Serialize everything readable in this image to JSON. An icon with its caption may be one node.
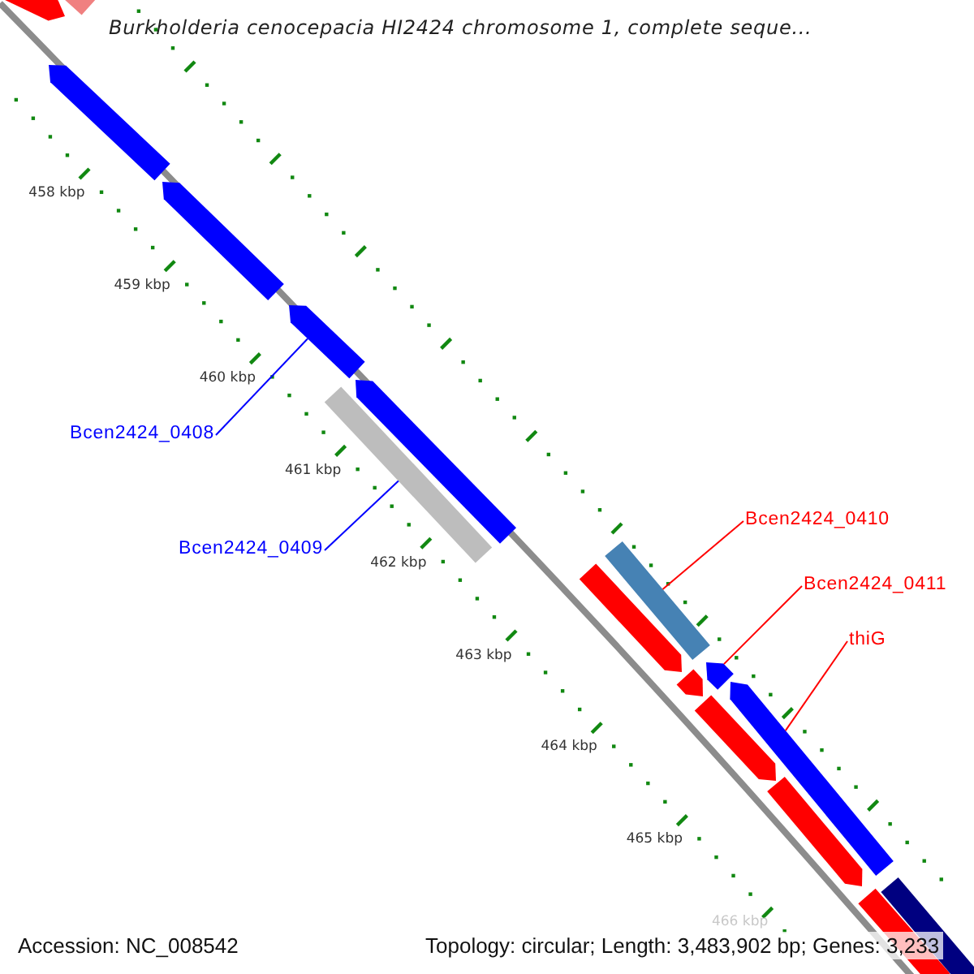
{
  "diagram": {
    "title": "Burkholderia cenocepacia HI2424 chromosome 1, complete seque...",
    "nodes": [
      {
        "text": [
          "Bcen2424_0408"
        ]
      },
      {
        "text": [],
        "shape": "arrow"
      },
      {
        "text": [
          "Bcen2424_0409"
        ]
      },
      {
        "text": [],
        "shape": "bar"
      },
      {
        "text": [
          "Bcen2424_0410"
        ]
      },
      {
        "text": [],
        "shape": "bar"
      },
      {
        "text": [
          "Bcen2424_0411"
        ]
      },
      {
        "text": [],
        "shape": "arrow"
      },
      {
        "text": [
          "thiG"
        ]
      },
      {
        "text": [],
        "shape": "arrow"
      },
      {
        "text": [],
        "shape": "arrow"
      },
      {
        "text": [],
        "shape": "bar"
      },
      {
        "text": [],
        "shape": "arrow"
      },
      {
        "text": [],
        "shape": "arrow"
      },
      {
        "text": [],
        "shape": "arrow"
      },
      {
        "text": [],
        "shape": "arrow"
      },
      {
        "text": [],
        "shape": "arrow"
      },
      {
        "text": [],
        "shape": "arrow"
      },
      {
        "text": [],
        "shape": "arrow"
      },
      {
        "text": [],
        "shape": "arrow"
      },
      {
        "text": [],
        "shape": "bar"
      }
    ],
    "edges": [
      {
        "from": 0,
        "to": 1,
        "arrow": "none",
        "color": "#0000ff"
      },
      {
        "from": 2,
        "to": 3,
        "arrow": "none",
        "color": "#0000ff"
      },
      {
        "from": 4,
        "to": 5,
        "arrow": "none"
      },
      {
        "from": 6,
        "to": 7,
        "arrow": "none"
      },
      {
        "from": 8,
        "to": 9,
        "arrow": "none"
      }
    ],
    "labels": [
      "458 kbp",
      "459 kbp",
      "460 kbp",
      "461 kbp",
      "462 kbp",
      "463 kbp",
      "464 kbp",
      "465 kbp",
      "466 kbp",
      "Accession: NC_008542",
      "Topology: circular; Length: 3,483,902 bp; Genes: 3,233"
    ]
  }
}
